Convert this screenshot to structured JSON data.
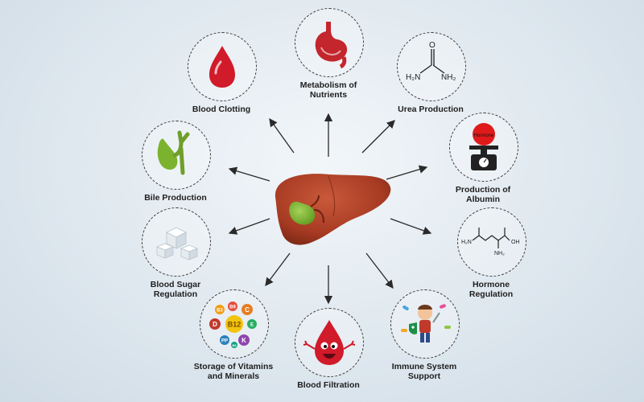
{
  "diagram": {
    "center": {
      "icon": "liver-icon"
    },
    "nodes": [
      {
        "id": "metabolism",
        "label": "Metabolism of\nNutrients",
        "icon": "stomach-icon"
      },
      {
        "id": "urea",
        "label": "Urea Production",
        "icon": "urea-molecule-icon"
      },
      {
        "id": "albumin",
        "label": "Production of\nAlbumin",
        "icon": "scale-icon",
        "icon_text": "Hormone"
      },
      {
        "id": "hormone",
        "label": "Hormone\nRegulation",
        "icon": "glutamine-molecule-icon"
      },
      {
        "id": "immune",
        "label": "Immune System\nSupport",
        "icon": "hero-kid-icon"
      },
      {
        "id": "filtration",
        "label": "Blood Filtration",
        "icon": "blood-drop-character-icon"
      },
      {
        "id": "vitamins",
        "label": "Storage of Vitamins\nand Minerals",
        "icon": "vitamins-icon"
      },
      {
        "id": "sugar",
        "label": "Blood Sugar\nRegulation",
        "icon": "sugar-cubes-icon"
      },
      {
        "id": "bile",
        "label": "Bile Production",
        "icon": "gallbladder-icon"
      },
      {
        "id": "clotting",
        "label": "Blood Clotting",
        "icon": "blood-drop-icon"
      }
    ],
    "molecule_labels": {
      "urea": {
        "o": "O",
        "left": "H₂N",
        "right": "NH₂"
      },
      "hormone": {
        "left": "H₂N",
        "right": "OH",
        "bottom": "NH₂"
      }
    },
    "vitamin_labels": [
      "B3",
      "B9",
      "C",
      "D",
      "B12",
      "E",
      "K",
      "PP",
      "B6"
    ],
    "colors": {
      "blood": "#d11a2a",
      "liver": "#a63a22",
      "arrow": "#2a2a2a",
      "gallbladder": "#7bb32e"
    }
  }
}
